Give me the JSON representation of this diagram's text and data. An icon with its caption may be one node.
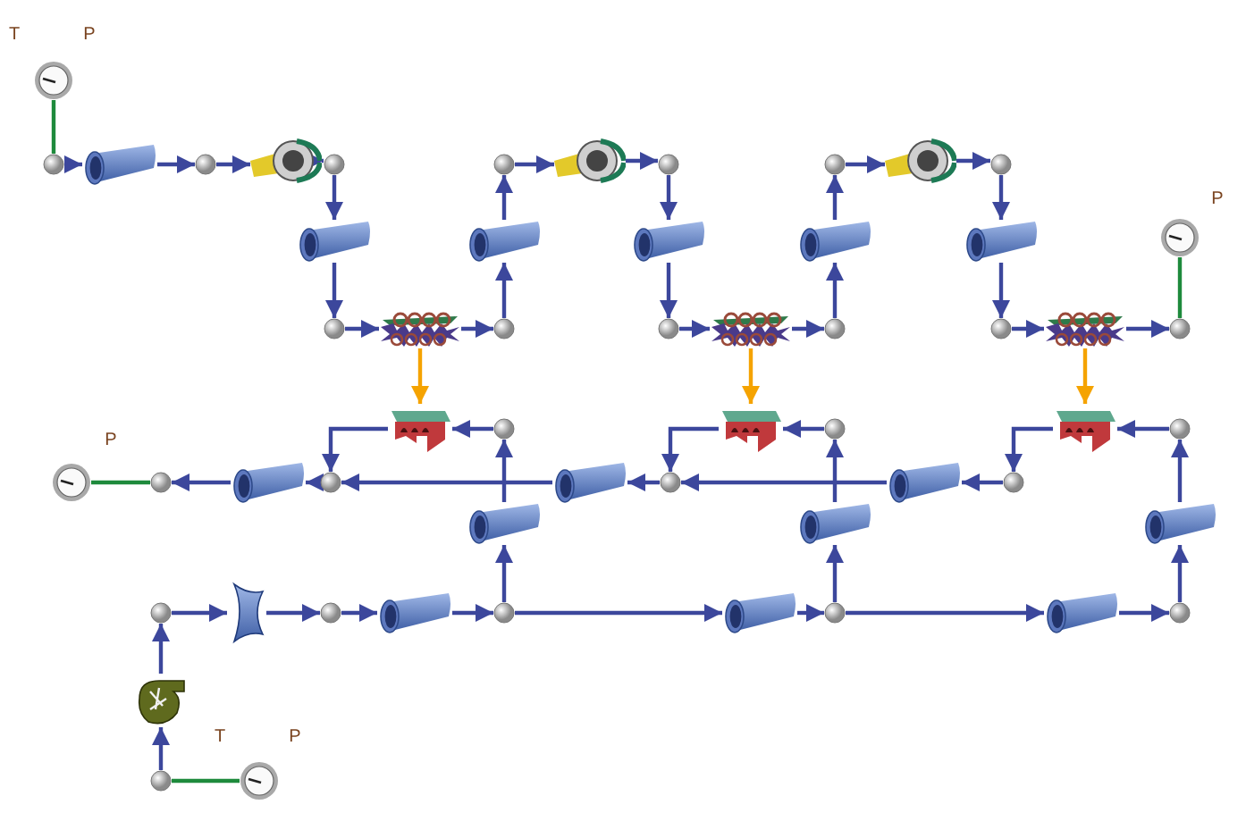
{
  "diagram": {
    "nodes": [
      {
        "text": [],
        "shape": "picture",
        "beside": [
          "T",
          "P"
        ]
      },
      {
        "text": [],
        "shape": "circle"
      },
      {
        "text": [],
        "shape": "cylinder"
      },
      {
        "text": [],
        "shape": "circle"
      },
      {
        "text": [],
        "shape": "picture"
      },
      {
        "text": [],
        "shape": "circle"
      },
      {
        "text": [],
        "shape": "cylinder"
      },
      {
        "text": [],
        "shape": "circle"
      },
      {
        "text": [],
        "shape": "picture"
      },
      {
        "text": [],
        "shape": "circle"
      },
      {
        "text": [],
        "shape": "cylinder"
      },
      {
        "text": [],
        "shape": "circle"
      },
      {
        "text": [],
        "shape": "picture"
      },
      {
        "text": [],
        "shape": "circle"
      },
      {
        "text": [],
        "shape": "cylinder"
      },
      {
        "text": [],
        "shape": "circle"
      },
      {
        "text": [],
        "shape": "picture"
      },
      {
        "text": [],
        "shape": "circle"
      },
      {
        "text": [],
        "shape": "cylinder"
      },
      {
        "text": [],
        "shape": "circle"
      },
      {
        "text": [],
        "shape": "picture"
      },
      {
        "text": [],
        "shape": "circle"
      },
      {
        "text": [],
        "shape": "cylinder"
      },
      {
        "text": [],
        "shape": "circle"
      },
      {
        "text": [],
        "shape": "picture"
      },
      {
        "text": [],
        "shape": "circle"
      },
      {
        "text": [],
        "shape": "picture",
        "beside": [
          "P"
        ]
      },
      {
        "text": [],
        "shape": "picture",
        "beside": [
          "P"
        ]
      },
      {
        "text": [],
        "shape": "circle"
      },
      {
        "text": [],
        "shape": "cylinder"
      },
      {
        "text": [],
        "shape": "circle"
      },
      {
        "text": [],
        "shape": "picture"
      },
      {
        "text": [],
        "shape": "circle"
      },
      {
        "text": [],
        "shape": "cylinder"
      },
      {
        "text": [],
        "shape": "circle"
      },
      {
        "text": [],
        "shape": "picture"
      },
      {
        "text": [],
        "shape": "circle"
      },
      {
        "text": [],
        "shape": "cylinder"
      },
      {
        "text": [],
        "shape": "circle"
      },
      {
        "text": [],
        "shape": "picture"
      },
      {
        "text": [],
        "shape": "circle"
      },
      {
        "text": [],
        "shape": "cylinder"
      },
      {
        "text": [],
        "shape": "cylinder"
      },
      {
        "text": [],
        "shape": "cylinder"
      },
      {
        "text": [],
        "shape": "circle"
      },
      {
        "text": [],
        "shape": "picture"
      },
      {
        "text": [],
        "shape": "circle"
      },
      {
        "text": [],
        "shape": "cylinder"
      },
      {
        "text": [],
        "shape": "circle"
      },
      {
        "text": [],
        "shape": "cylinder"
      },
      {
        "text": [],
        "shape": "circle"
      },
      {
        "text": [],
        "shape": "cylinder"
      },
      {
        "text": [],
        "shape": "circle"
      },
      {
        "text": [],
        "shape": "picture"
      },
      {
        "text": [],
        "shape": "circle"
      },
      {
        "text": [],
        "shape": "picture",
        "beside": [
          "T",
          "P"
        ]
      }
    ],
    "edges": [
      {
        "from": 0,
        "to": 1,
        "arrow": "none",
        "color": "#1e8a3c"
      },
      {
        "from": 1,
        "to": 2,
        "arrow": "to"
      },
      {
        "from": 2,
        "to": 3,
        "arrow": "to"
      },
      {
        "from": 3,
        "to": 4,
        "arrow": "to"
      },
      {
        "from": 4,
        "to": 5,
        "arrow": "to"
      },
      {
        "from": 5,
        "to": 6,
        "arrow": "to"
      },
      {
        "from": 6,
        "to": 7,
        "arrow": "to"
      },
      {
        "from": 7,
        "to": 8,
        "arrow": "to"
      },
      {
        "from": 8,
        "to": 9,
        "arrow": "to"
      },
      {
        "from": 9,
        "to": 10,
        "arrow": "to"
      },
      {
        "from": 10,
        "to": 11,
        "arrow": "to"
      },
      {
        "from": 11,
        "to": 12,
        "arrow": "to"
      },
      {
        "from": 12,
        "to": 13,
        "arrow": "to"
      },
      {
        "from": 13,
        "to": 14,
        "arrow": "to"
      },
      {
        "from": 14,
        "to": 15,
        "arrow": "to"
      },
      {
        "from": 15,
        "to": 16,
        "arrow": "to"
      },
      {
        "from": 16,
        "to": 17,
        "arrow": "to"
      },
      {
        "from": 17,
        "to": 18,
        "arrow": "to"
      },
      {
        "from": 18,
        "to": 19,
        "arrow": "to"
      },
      {
        "from": 19,
        "to": 20,
        "arrow": "to"
      },
      {
        "from": 20,
        "to": 21,
        "arrow": "to"
      },
      {
        "from": 21,
        "to": 22,
        "arrow": "to"
      },
      {
        "from": 22,
        "to": 23,
        "arrow": "to"
      },
      {
        "from": 23,
        "to": 24,
        "arrow": "to"
      },
      {
        "from": 24,
        "to": 25,
        "arrow": "to"
      },
      {
        "from": 25,
        "to": 26,
        "arrow": "none",
        "color": "#1e8a3c"
      },
      {
        "from": 8,
        "to": 31,
        "arrow": "to",
        "color": "#f5a300"
      },
      {
        "from": 16,
        "to": 35,
        "arrow": "to",
        "color": "#f5a300"
      },
      {
        "from": 24,
        "to": 39,
        "arrow": "to",
        "color": "#f5a300"
      },
      {
        "from": 32,
        "to": 31,
        "arrow": "to"
      },
      {
        "from": 31,
        "to": 30,
        "arrow": "to"
      },
      {
        "from": 30,
        "to": 29,
        "arrow": "to"
      },
      {
        "from": 29,
        "to": 28,
        "arrow": "to"
      },
      {
        "from": 28,
        "to": 27,
        "arrow": "none",
        "color": "#1e8a3c"
      },
      {
        "from": 36,
        "to": 35,
        "arrow": "to"
      },
      {
        "from": 35,
        "to": 34,
        "arrow": "to"
      },
      {
        "from": 34,
        "to": 33,
        "arrow": "to"
      },
      {
        "from": 33,
        "to": 30,
        "arrow": "to"
      },
      {
        "from": 40,
        "to": 39,
        "arrow": "to"
      },
      {
        "from": 39,
        "to": 38,
        "arrow": "to"
      },
      {
        "from": 38,
        "to": 37,
        "arrow": "to"
      },
      {
        "from": 37,
        "to": 34,
        "arrow": "to"
      },
      {
        "from": 54,
        "to": 55,
        "arrow": "none",
        "color": "#1e8a3c"
      },
      {
        "from": 54,
        "to": 53,
        "arrow": "to"
      },
      {
        "from": 53,
        "to": 44,
        "arrow": "to"
      },
      {
        "from": 44,
        "to": 45,
        "arrow": "to"
      },
      {
        "from": 45,
        "to": 46,
        "arrow": "to"
      },
      {
        "from": 46,
        "to": 47,
        "arrow": "to"
      },
      {
        "from": 47,
        "to": 48,
        "arrow": "to"
      },
      {
        "from": 48,
        "to": 41,
        "arrow": "to"
      },
      {
        "from": 41,
        "to": 32,
        "arrow": "to"
      },
      {
        "from": 48,
        "to": 49,
        "arrow": "to"
      },
      {
        "from": 49,
        "to": 50,
        "arrow": "to"
      },
      {
        "from": 50,
        "to": 42,
        "arrow": "to"
      },
      {
        "from": 42,
        "to": 36,
        "arrow": "to"
      },
      {
        "from": 50,
        "to": 51,
        "arrow": "to"
      },
      {
        "from": 51,
        "to": 52,
        "arrow": "to"
      },
      {
        "from": 52,
        "to": 43,
        "arrow": "to"
      },
      {
        "from": 43,
        "to": 40,
        "arrow": "to"
      }
    ]
  }
}
